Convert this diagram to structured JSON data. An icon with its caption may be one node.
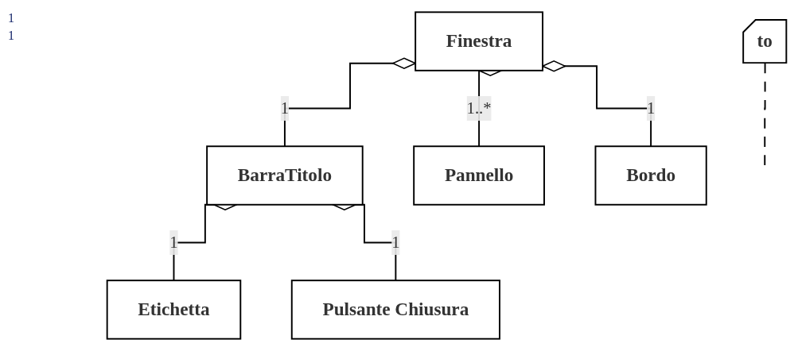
{
  "diagram": {
    "nodes": [
      {
        "text": [
          "to"
        ]
      },
      {
        "text": [
          "Finestra"
        ]
      },
      {
        "text": [
          "BarraTitolo"
        ]
      },
      {
        "text": [
          "Pannello"
        ]
      },
      {
        "text": [
          "Bordo"
        ]
      },
      {
        "text": [
          "Etichetta"
        ]
      },
      {
        "text": [
          "Pulsante Chiusura"
        ]
      }
    ],
    "edges": [
      {
        "from": 0,
        "to": null,
        "arrow": "none",
        "style": "dashed"
      },
      {
        "from": 1,
        "to": 2,
        "arrow": "other",
        "label": "1"
      },
      {
        "from": 1,
        "to": 3,
        "arrow": "other",
        "label": "1..*"
      },
      {
        "from": 1,
        "to": 4,
        "arrow": "other",
        "label": "1"
      },
      {
        "from": 2,
        "to": 5,
        "arrow": "other",
        "label": "1"
      },
      {
        "from": 2,
        "to": 6,
        "arrow": "other",
        "label": "1"
      }
    ],
    "labels": [
      "1",
      "1"
    ]
  }
}
